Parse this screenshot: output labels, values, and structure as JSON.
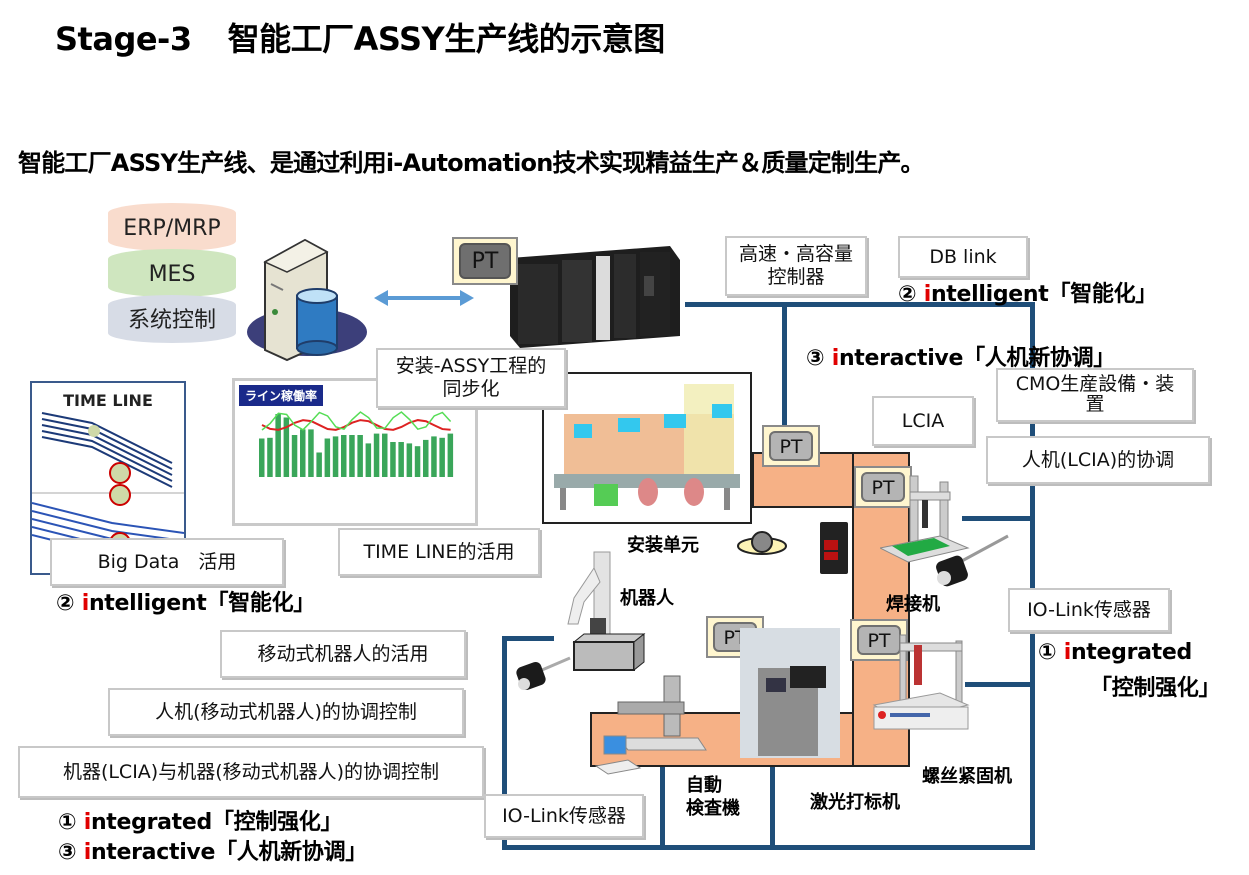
{
  "title": {
    "stage": "Stage-3",
    "text": "智能工厂ASSY生产线的示意图"
  },
  "subtitle": "智能工厂ASSY生产线、是通过利用i-Automation技术实现精益生产＆质量定制生产。",
  "stack": {
    "layers": [
      "ERP/MRP",
      "MES",
      "系统控制"
    ]
  },
  "pt_label": "PT",
  "callouts": {
    "controller": "高速・高容量\n控制器",
    "db_link": "DB link",
    "assy_sync": "安装-ASSY工程的\n同步化",
    "cmo": "CMO生産設備・装\n置",
    "lcia": "LCIA",
    "human_lcia": "人机(LCIA)的协调",
    "io_link_right": "IO-Link传感器",
    "big_data": "Big Data　活用",
    "timeline_use": "TIME LINE的活用",
    "mobile_robot": "移动式机器人的活用",
    "human_mobile": "人机(移动式机器人)的协调控制",
    "machine_machine": "机器(LCIA)与机器(移动式机器人)的协调控制",
    "io_link_bottom": "IO-Link传感器"
  },
  "tags": {
    "intelligent_top": {
      "num": "②",
      "i": "i",
      "rest": "ntelligent「智能化」"
    },
    "interactive_top": {
      "num": "③",
      "i": "i",
      "rest": "nteractive「人机新协调」"
    },
    "intelligent_left": {
      "num": "②",
      "i": "i",
      "rest": "ntelligent「智能化」"
    },
    "integrated_right": {
      "num": "①",
      "i": "i",
      "rest": "ntegrated",
      "line2": "「控制强化」"
    },
    "integrated_bottom": {
      "num": "①",
      "i": "i",
      "rest": "ntegrated「控制强化」"
    },
    "interactive_bottom": {
      "num": "③",
      "i": "i",
      "rest": "nteractive「人机新协调」"
    }
  },
  "labels": {
    "assembly_unit": "安装单元",
    "robot": "机器人",
    "welder": "焊接机",
    "auto_inspection": "自動\n検査機",
    "laser_marker": "激光打标机",
    "screw_fastener": "螺丝紧固机"
  },
  "timeline_panel": {
    "title": "TIME LINE"
  },
  "line_rate_panel": {
    "title": "ライン稼働率"
  },
  "colors": {
    "bus": "#1f4e79",
    "cell": "#f6b186",
    "accent_i": "#e00000",
    "pt_bg": "#fff6cf"
  }
}
